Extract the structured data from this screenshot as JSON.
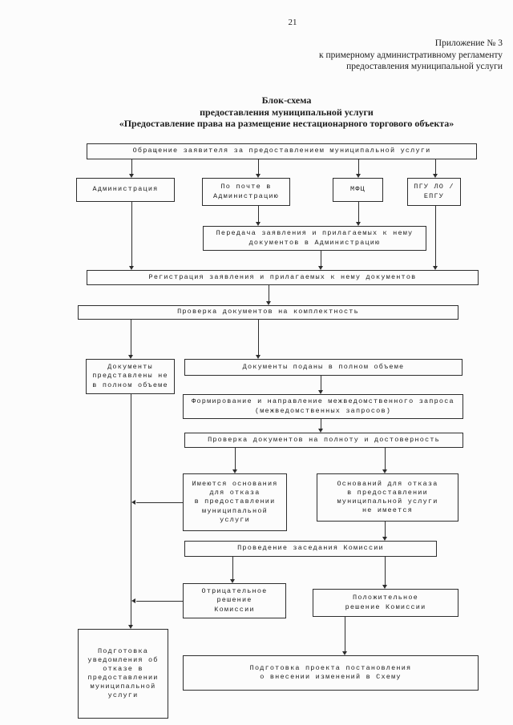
{
  "page": {
    "number": "21",
    "header_lines": [
      "Приложение № 3",
      "к примерному административному регламенту",
      "предоставления муниципальной услуги"
    ],
    "title_lines": [
      "Блок-схема",
      "предоставления муниципальной услуги",
      "«Предоставление права на размещение нестационарного торгового объекта»"
    ]
  },
  "flowchart": {
    "nodes": {
      "appeal": "Обращение заявителя за предоставлением муниципальной услуги",
      "administration": "Администрация",
      "by_mail": "По почте в\nАдминистрацию",
      "mfc": "МФЦ",
      "pgu": "ПГУ ЛО /\nЕПГУ",
      "transfer": "Передача заявления и прилагаемых к нему\nдокументов в Администрацию",
      "registration": "Регистрация заявления и прилагаемых к нему документов",
      "completeness_check": "Проверка документов на комплектность",
      "docs_incomplete": "Документы\nпредставлены не\nв полном объеме",
      "docs_complete": "Документы поданы в полном объеме",
      "interagency_request": "Формирование и направление межведомственного запроса\n(межведомственных запросов)",
      "accuracy_check": "Проверка документов на полноту и достоверность",
      "grounds_for_refusal": "Имеются основания\nдля отказа\nв предоставлении\nмуниципальной\nуслуги",
      "no_grounds_for_refusal": "Оснований для отказа\nв предоставлении\nмуниципальной услуги\nне имеется",
      "commission_meeting": "Проведение заседания Комиссии",
      "negative_decision": "Отрицательное\nрешение\nКомиссии",
      "positive_decision": "Положительное\nрешение Комиссии",
      "refusal_notice": "Подготовка\nуведомления об\nотказе в\nпредоставлении\nмуниципальной\nуслуги",
      "draft_resolution": "Подготовка проекта постановления\nо внесении изменений в Схему"
    }
  }
}
